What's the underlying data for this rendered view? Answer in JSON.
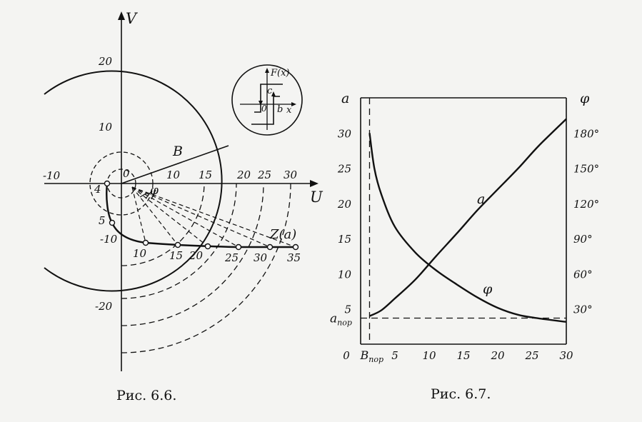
{
  "fig1": {
    "caption": "Рис. 6.6.",
    "axis_u": "U",
    "axis_v": "V",
    "label_b": "B",
    "label_phi": "φ",
    "label_z": "Z(a)",
    "u_ticks": [
      "-10",
      "0",
      "10",
      "15",
      "20",
      "25",
      "30"
    ],
    "v_ticks": [
      "20",
      "10",
      "-10",
      "-20"
    ],
    "curve_point_labels": [
      "4",
      "5",
      "10",
      "15",
      "20",
      "25",
      "30",
      "35"
    ],
    "inset": {
      "title": "F(x)",
      "c": "c",
      "b": "b",
      "x": "x",
      "zero": "0"
    }
  },
  "chart_data": {
    "type": "line",
    "caption": "Рис. 6.7.",
    "ylabel_left": "a",
    "ylabel_right": "φ",
    "x_ticks": [
      "0",
      "5",
      "10",
      "15",
      "20",
      "25",
      "30"
    ],
    "x_threshold_label": "B",
    "x_threshold_sub": "пор",
    "y_left_ticks": [
      "5",
      "10",
      "15",
      "20",
      "25",
      "30"
    ],
    "y_threshold_label": "a",
    "y_threshold_sub": "пор",
    "y_right_ticks": [
      "30°",
      "60°",
      "90°",
      "120°",
      "150°",
      "180°"
    ],
    "xlim": [
      0,
      30
    ],
    "ylim_left": [
      0,
      35
    ],
    "ylim_right": [
      0,
      210
    ],
    "b_threshold": 1.3,
    "a_threshold": 3.7,
    "series": [
      {
        "name": "a",
        "x": [
          1.3,
          3,
          5,
          8,
          11,
          14,
          17,
          20,
          23,
          26,
          30
        ],
        "y": [
          4,
          4.8,
          6.5,
          9.2,
          12.5,
          15.7,
          19,
          22,
          25,
          28.2,
          32
        ]
      },
      {
        "name": "φ",
        "x": [
          1.3,
          2,
          3,
          5,
          8,
          11,
          14,
          17,
          20,
          23,
          26,
          30
        ],
        "y": [
          180,
          150,
          128,
          100,
          78,
          63,
          51,
          40,
          31,
          25,
          22,
          19
        ]
      }
    ]
  }
}
